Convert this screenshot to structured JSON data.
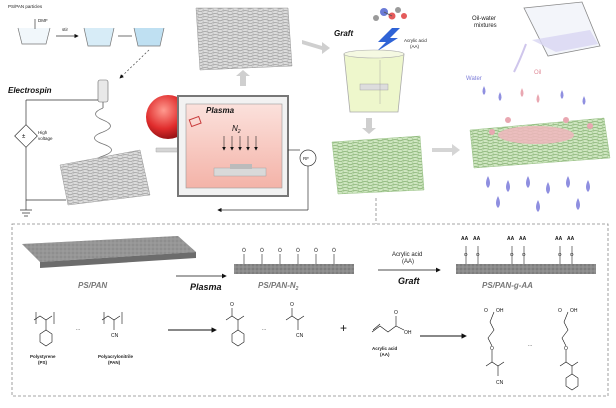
{
  "top": {
    "particles_label": "PS/PAN\nparticles",
    "dmf_label": "DMF",
    "stir_label": "stir",
    "electrospin_label": "Electrospin",
    "high_voltage_label": "High\nvoltage",
    "plasma_label": "Plasma",
    "n2_label": "N",
    "n2_sub": "2",
    "rf_label": "RF",
    "graft_label": "Graft",
    "acrylic_label": "Acrylic acid\n(AA)",
    "oil_water_label": "Oil-water\nmixtures",
    "water_label": "Water",
    "oil_label": "Oil"
  },
  "bottom": {
    "ps_pan": "PS/PAN",
    "plasma": "Plasma",
    "ps_pan_n2": "PS/PAN-N",
    "ps_pan_n2_sub": "2",
    "acrylic_acid": "Acrylic acid",
    "aa": "(AA)",
    "graft": "Graft",
    "ps_pan_g_aa": "PS/PAN-g-AA",
    "aa_group": "AA",
    "polystyrene": "Polystyrene\n(PS)",
    "polyacrylonitrile": "Polyacrylonitrile\n(PAN)",
    "acrylic_acid_bottom": "Acrylic acid\n(AA)",
    "ellipsis": "...",
    "plus": "+",
    "cn": "CN",
    "o": "O",
    "oh": "OH",
    "n_sub": "n"
  },
  "colors": {
    "membrane_gray": "#c9c9c9",
    "membrane_green": "#b9d8a8",
    "plasma_pink": "#f6c6bd",
    "plasma_red": "#e23b3b",
    "water_blue": "#8f8fe0",
    "oil_pink": "#e9a7b1",
    "arrow_blue": "#2f63d6"
  }
}
